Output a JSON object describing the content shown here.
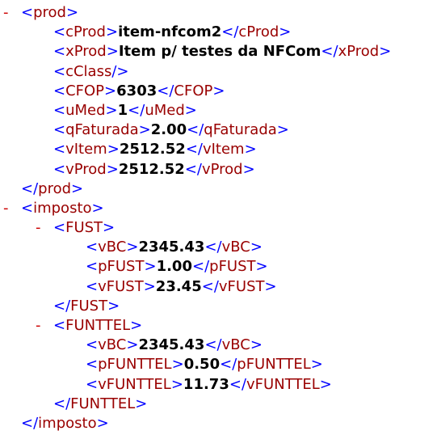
{
  "toggle": "-",
  "lines": [
    {
      "depth": 0,
      "toggle": true,
      "kind": "open",
      "name": "prod"
    },
    {
      "depth": 1,
      "toggle": false,
      "kind": "leaf",
      "name": "cProd",
      "value": "item-nfcom2"
    },
    {
      "depth": 1,
      "toggle": false,
      "kind": "leaf",
      "name": "xProd",
      "value": "Item p/ testes da NFCom"
    },
    {
      "depth": 1,
      "toggle": false,
      "kind": "empty",
      "name": "cClass"
    },
    {
      "depth": 1,
      "toggle": false,
      "kind": "leaf",
      "name": "CFOP",
      "value": "6303"
    },
    {
      "depth": 1,
      "toggle": false,
      "kind": "leaf",
      "name": "uMed",
      "value": "1"
    },
    {
      "depth": 1,
      "toggle": false,
      "kind": "leaf",
      "name": "qFaturada",
      "value": "2.00"
    },
    {
      "depth": 1,
      "toggle": false,
      "kind": "leaf",
      "name": "vItem",
      "value": "2512.52"
    },
    {
      "depth": 1,
      "toggle": false,
      "kind": "leaf",
      "name": "vProd",
      "value": "2512.52"
    },
    {
      "depth": 0,
      "toggle": false,
      "kind": "close",
      "name": "prod"
    },
    {
      "depth": 0,
      "toggle": true,
      "kind": "open",
      "name": "imposto"
    },
    {
      "depth": 1,
      "toggle": true,
      "kind": "open",
      "name": "FUST"
    },
    {
      "depth": 2,
      "toggle": false,
      "kind": "leaf",
      "name": "vBC",
      "value": "2345.43"
    },
    {
      "depth": 2,
      "toggle": false,
      "kind": "leaf",
      "name": "pFUST",
      "value": "1.00"
    },
    {
      "depth": 2,
      "toggle": false,
      "kind": "leaf",
      "name": "vFUST",
      "value": "23.45"
    },
    {
      "depth": 1,
      "toggle": false,
      "kind": "close",
      "name": "FUST"
    },
    {
      "depth": 1,
      "toggle": true,
      "kind": "open",
      "name": "FUNTTEL"
    },
    {
      "depth": 2,
      "toggle": false,
      "kind": "leaf",
      "name": "vBC",
      "value": "2345.43"
    },
    {
      "depth": 2,
      "toggle": false,
      "kind": "leaf",
      "name": "pFUNTTEL",
      "value": "0.50"
    },
    {
      "depth": 2,
      "toggle": false,
      "kind": "leaf",
      "name": "vFUNTTEL",
      "value": "11.73"
    },
    {
      "depth": 1,
      "toggle": false,
      "kind": "close",
      "name": "FUNTTEL"
    },
    {
      "depth": 0,
      "toggle": false,
      "kind": "close",
      "name": "imposto"
    }
  ]
}
